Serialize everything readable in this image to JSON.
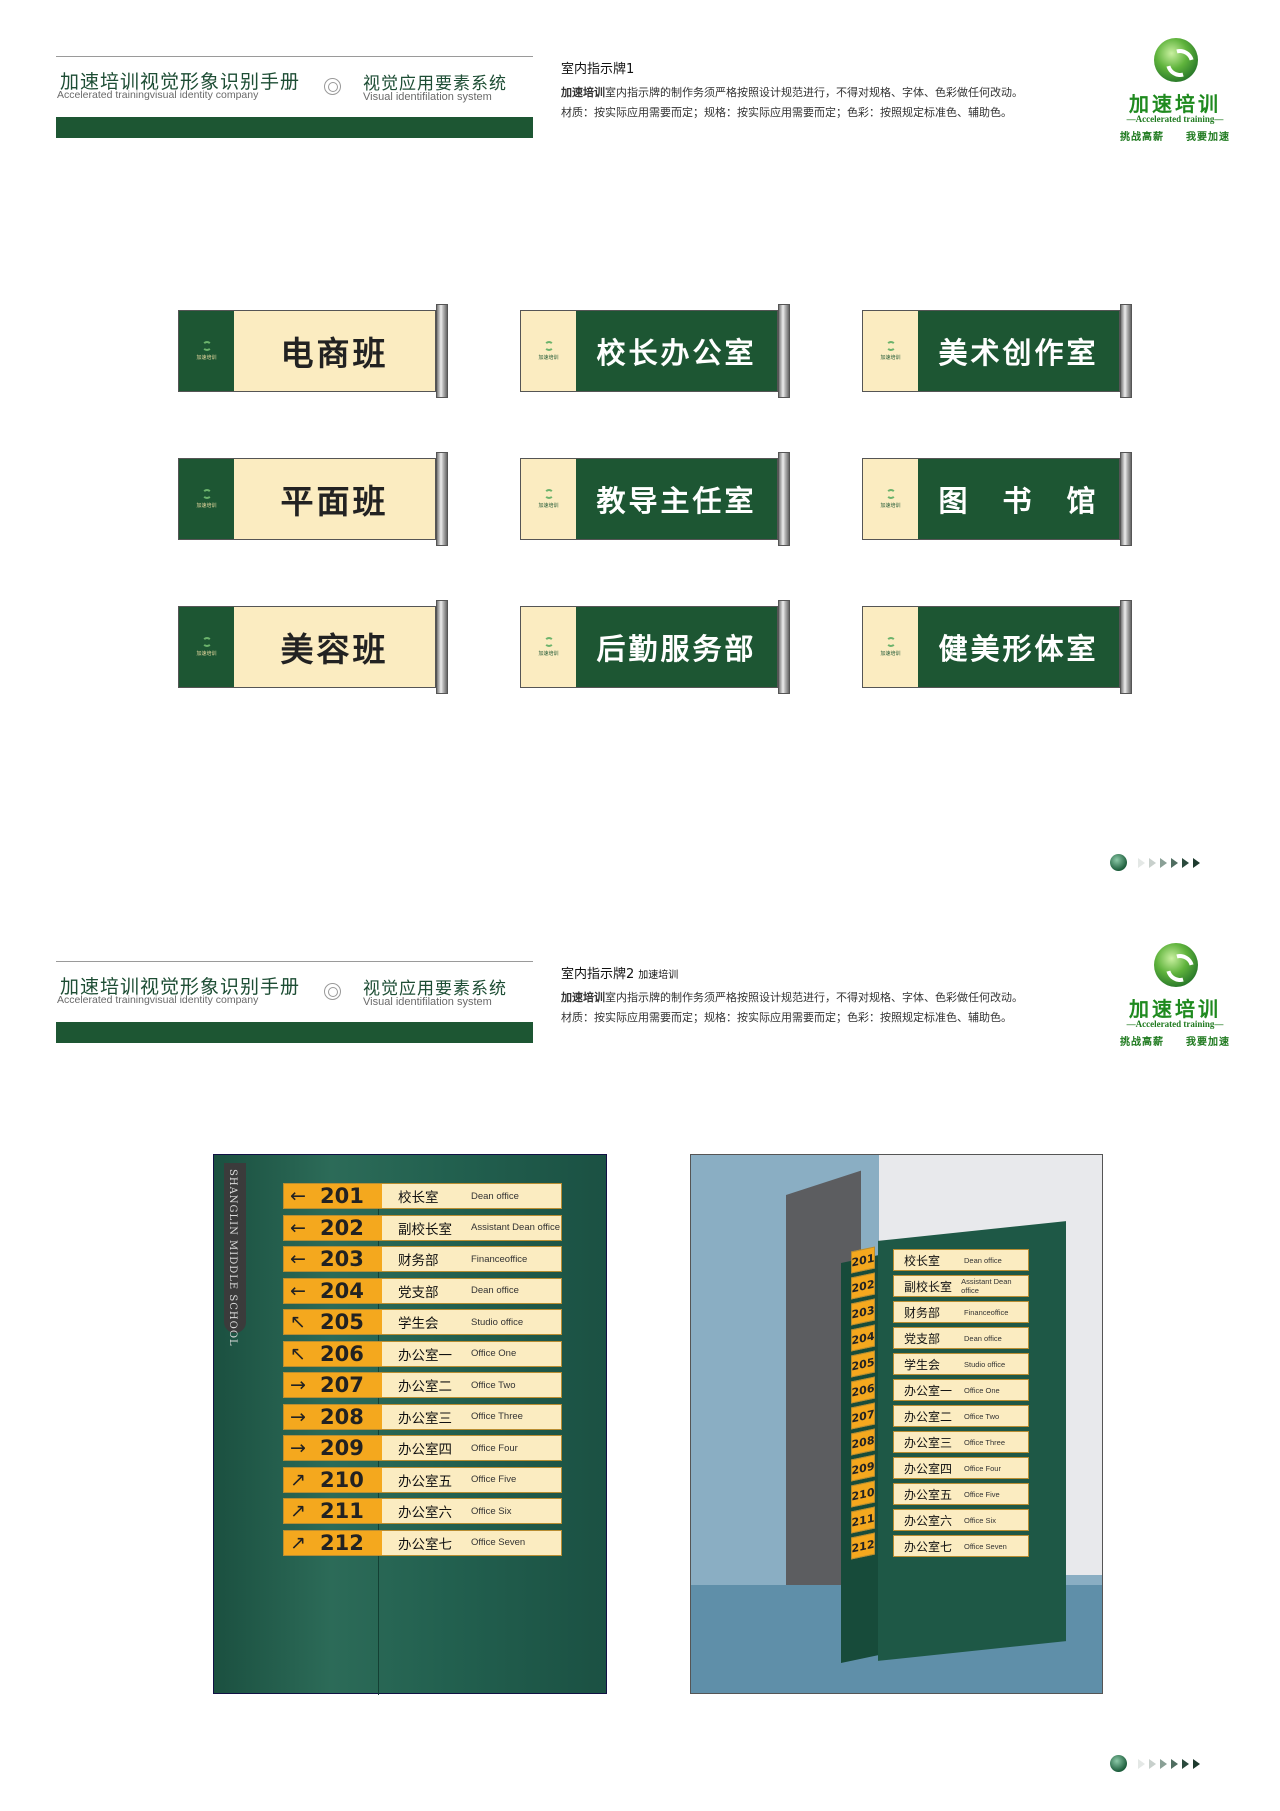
{
  "header": {
    "title_cn": "加速培训视觉形象识别手册",
    "title_en": "Accelerated trainingvisual identity company",
    "system_cn": "视觉应用要素系统",
    "system_en": "Visual identifilation system"
  },
  "logo": {
    "name_cn": "加速培训",
    "name_en": "—Accelerated training—",
    "slogan": "挑战高薪　　我要加速"
  },
  "page1": {
    "section_title": "室内指示牌1",
    "desc_bold": "加速培训",
    "desc_rest": "室内指示牌的制作务须严格按照设计规范进行，不得对规格、字体、色彩做任何改动。材质：按实际应用需要而定；规格：按实际应用需要而定；色彩：按照规定标准色、辅助色。",
    "sign_mark_text": "加速培训",
    "signs": [
      {
        "label": "电商班",
        "style": "cream"
      },
      {
        "label": "校长办公室",
        "style": "green"
      },
      {
        "label": "美术创作室",
        "style": "green"
      },
      {
        "label": "平面班",
        "style": "cream"
      },
      {
        "label": "教导主任室",
        "style": "green"
      },
      {
        "label": "图　书　馆",
        "style": "green"
      },
      {
        "label": "美容班",
        "style": "cream"
      },
      {
        "label": "后勤服务部",
        "style": "green"
      },
      {
        "label": "健美形体室",
        "style": "green"
      }
    ]
  },
  "page2": {
    "section_title": "室内指示牌2",
    "section_sub": "加速培训",
    "desc_bold": "加速培训",
    "desc_rest": "室内指示牌的制作务须严格按照设计规范进行，不得对规格、字体、色彩做任何改动。材质：按实际应用需要而定；规格：按实际应用需要而定；色彩：按照规定标准色、辅助色。",
    "school_name": "SHANGLIN MIDDLE SCHOOL",
    "rooms": [
      {
        "arrow": "←",
        "num": "201",
        "cn": "校长室",
        "en": "Dean office"
      },
      {
        "arrow": "←",
        "num": "202",
        "cn": "副校长室",
        "en": "Assistant Dean office"
      },
      {
        "arrow": "←",
        "num": "203",
        "cn": "财务部",
        "en": "Financeoffice"
      },
      {
        "arrow": "←",
        "num": "204",
        "cn": "党支部",
        "en": "Dean office"
      },
      {
        "arrow": "↖",
        "num": "205",
        "cn": "学生会",
        "en": "Studio office"
      },
      {
        "arrow": "↖",
        "num": "206",
        "cn": "办公室一",
        "en": "Office  One"
      },
      {
        "arrow": "→",
        "num": "207",
        "cn": "办公室二",
        "en": "Office  Two"
      },
      {
        "arrow": "→",
        "num": "208",
        "cn": "办公室三",
        "en": "Office  Three"
      },
      {
        "arrow": "→",
        "num": "209",
        "cn": "办公室四",
        "en": "Office  Four"
      },
      {
        "arrow": "↗",
        "num": "210",
        "cn": "办公室五",
        "en": "Office  Five"
      },
      {
        "arrow": "↗",
        "num": "211",
        "cn": "办公室六",
        "en": "Office  Six"
      },
      {
        "arrow": "↗",
        "num": "212",
        "cn": "办公室七",
        "en": "Office  Seven"
      }
    ]
  },
  "colors": {
    "brand_green": "#1d5633",
    "cream": "#fbecc1",
    "orange": "#f4a81e",
    "board_green": "#22604f"
  }
}
